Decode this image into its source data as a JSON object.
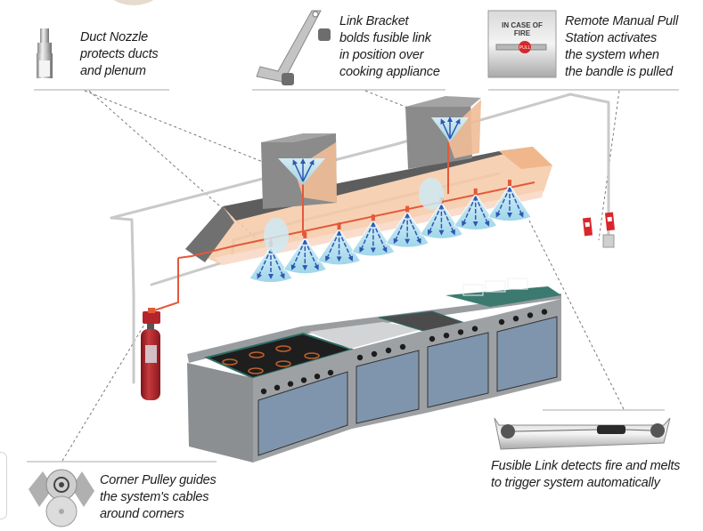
{
  "diagram": {
    "subject": "Kitchen hood fire suppression system",
    "callouts": {
      "duct_nozzle": {
        "icon": "duct-nozzle-icon",
        "lines": [
          "Duct Nozzle",
          "protects ducts",
          "and plenum"
        ]
      },
      "link_bracket": {
        "icon": "link-bracket-icon",
        "lines": [
          "Link Bracket",
          "bolds fusible link",
          "in position over",
          "cooking appliance"
        ]
      },
      "pull_station": {
        "icon": "pull-station-icon",
        "sign_text_1": "IN CASE OF",
        "sign_text_2": "FIRE",
        "handle_text": "PULL",
        "lines": [
          "Remote Manual Pull",
          "Station activates",
          "the system when",
          "the bandle is pulled"
        ]
      },
      "corner_pulley": {
        "icon": "corner-pulley-icon",
        "lines": [
          "Corner Pulley  guides",
          "the system's cables",
          "around corners"
        ]
      },
      "fusible_link": {
        "icon": "fusible-link-icon",
        "lines": [
          "Fusible Link detects fire and melts",
          "to trigger system automatically"
        ]
      }
    },
    "colors": {
      "pipe_red": "#e4583a",
      "spray_blue": "#aee0ef",
      "arrow_blue": "#2f56b4",
      "hood_orange": "#f6c7a4",
      "hood_gray": "#6b6b6b",
      "cylinder_red": "#b3242b",
      "appliance_blue": "#7f95ad",
      "appliance_gray": "#8c8f92",
      "trim_teal": "#2f6f66",
      "sign_red": "#d9262a"
    },
    "nozzle_count": 8
  }
}
